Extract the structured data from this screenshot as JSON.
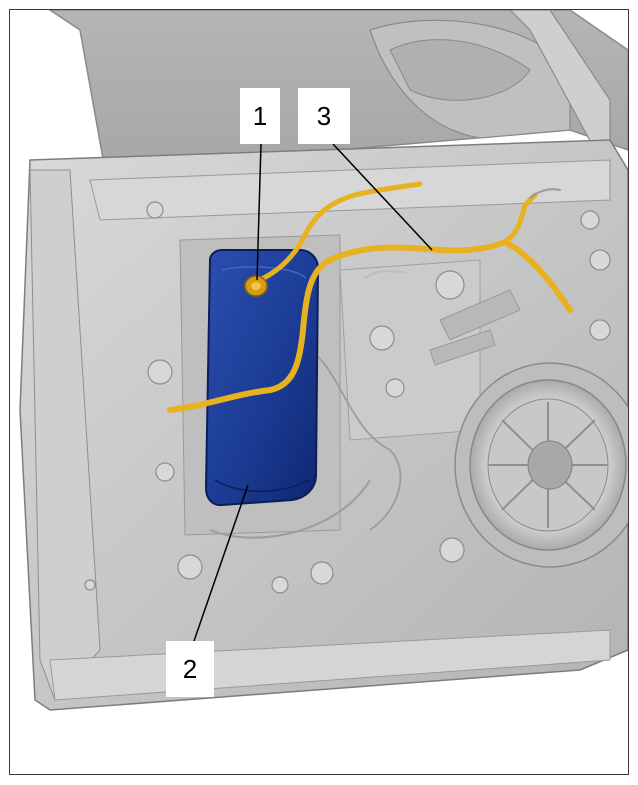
{
  "callouts": [
    {
      "id": "1",
      "label": "1"
    },
    {
      "id": "2",
      "label": "2"
    },
    {
      "id": "3",
      "label": "3"
    }
  ],
  "colors": {
    "door_panel": "#c9c9c9",
    "door_panel_dark": "#9a9a9a",
    "door_panel_light": "#e4e4e4",
    "cover_plate": "#1f3f97",
    "cover_plate_dark": "#0d236a",
    "wiring_harness": "#e7b21f",
    "leader_line": "#000000"
  },
  "parts": {
    "part_1": "grommet-icon",
    "part_2": "cover-plate-icon",
    "part_3": "wiring-harness-icon",
    "speaker": "loudspeaker-icon"
  }
}
